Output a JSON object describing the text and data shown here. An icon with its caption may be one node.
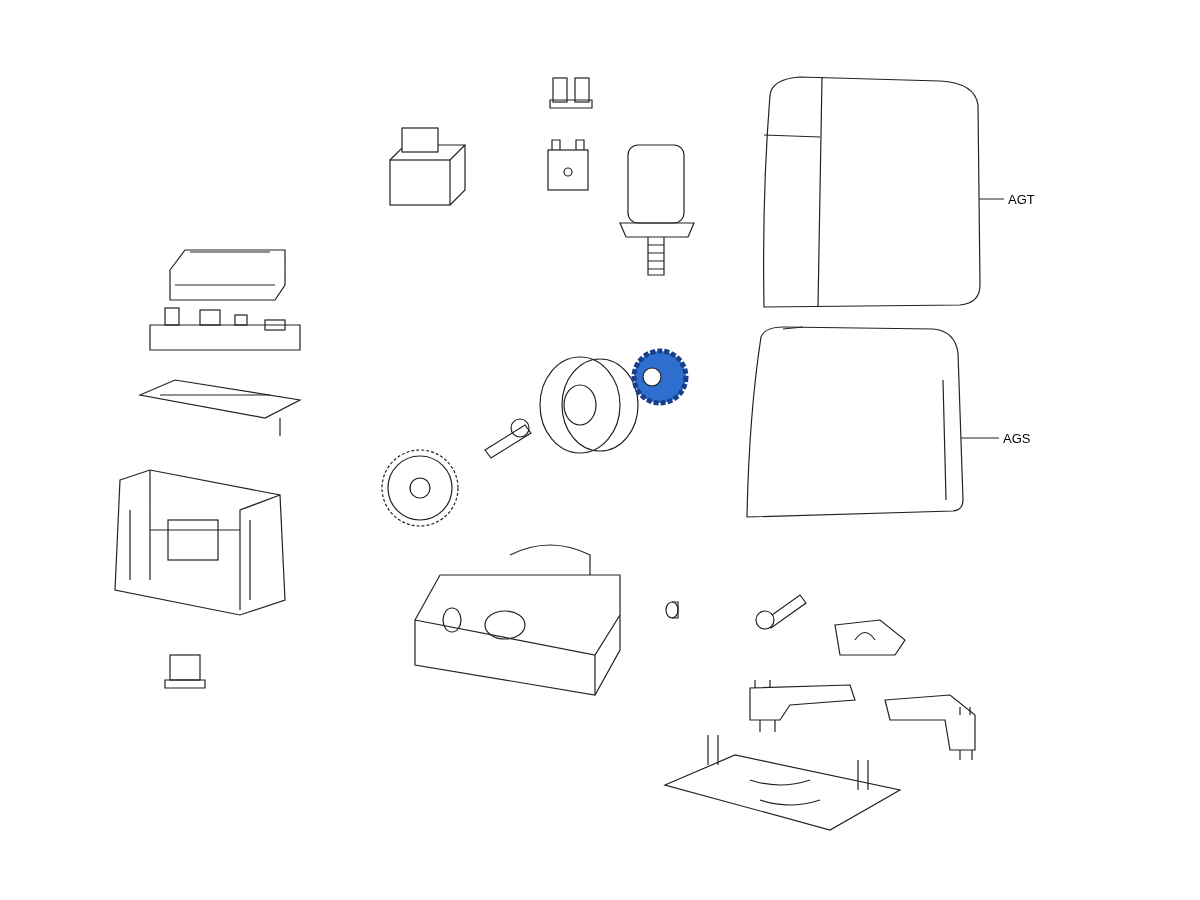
{
  "diagram": {
    "nodes": [
      {
        "text": [
          "AGT"
        ]
      },
      {
        "text": [],
        "shape": "picture"
      },
      {
        "text": [
          "AGS"
        ]
      },
      {
        "text": [],
        "shape": "picture"
      }
    ],
    "edges": [
      {
        "from": 0,
        "to": 1,
        "arrow": "none"
      },
      {
        "from": 2,
        "to": 3,
        "arrow": "none"
      }
    ]
  }
}
